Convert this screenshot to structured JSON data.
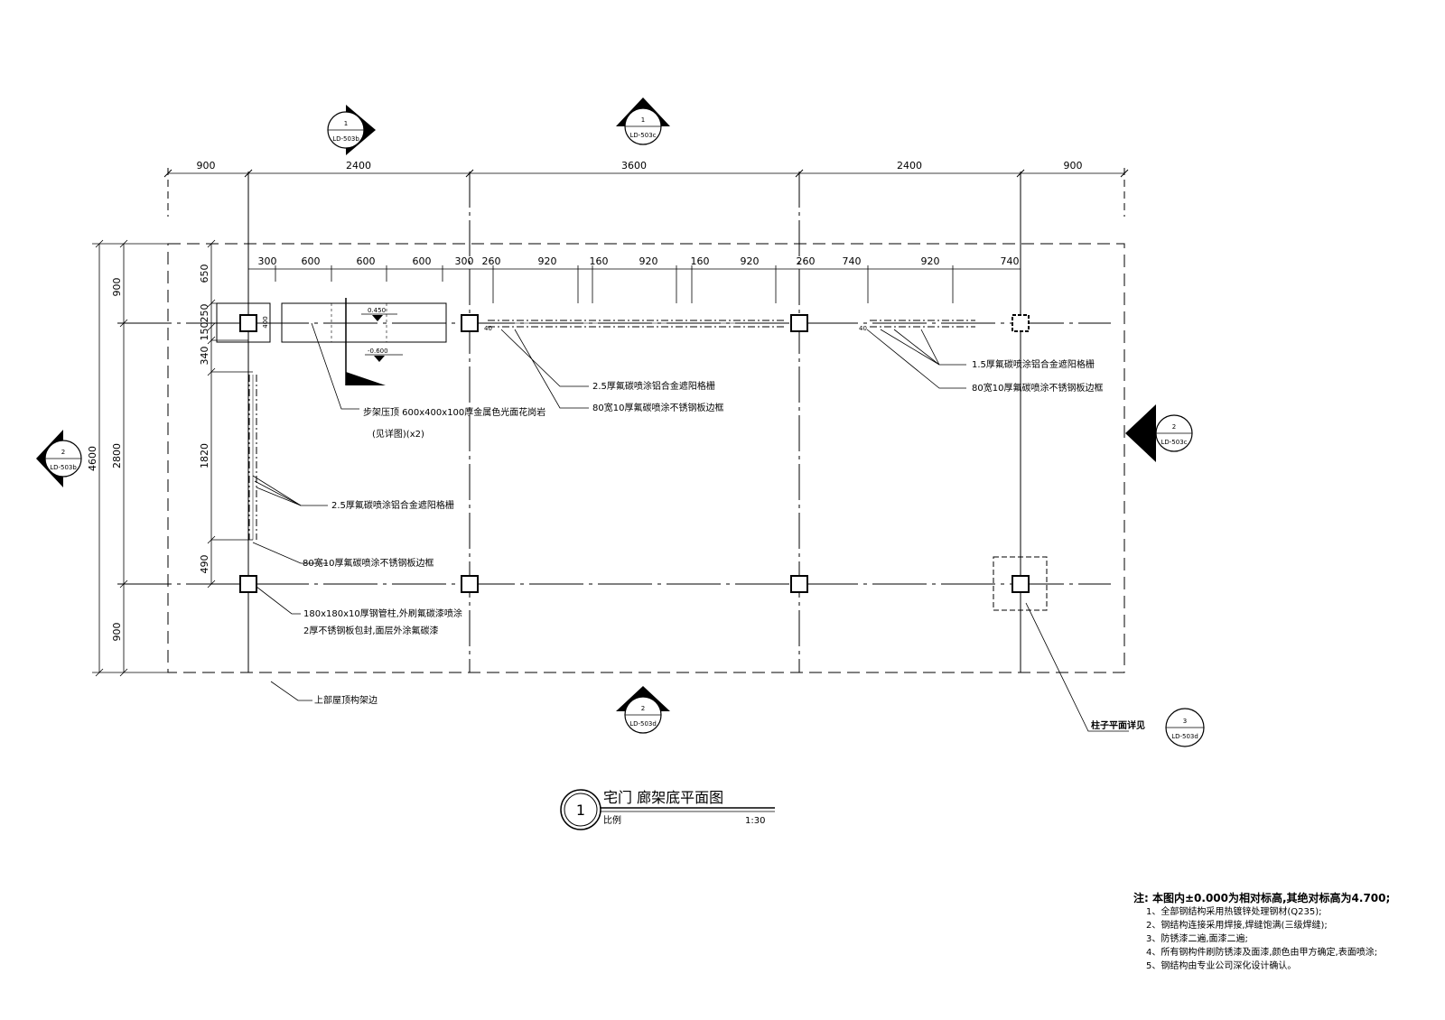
{
  "top_dims": [
    "900",
    "2400",
    "3600",
    "2400",
    "900"
  ],
  "sub_dims": [
    "300",
    "600",
    "600",
    "600",
    "300",
    "260",
    "920",
    "160",
    "920",
    "160",
    "920",
    "260",
    "740",
    "920",
    "740"
  ],
  "left_outer_dim": "4600",
  "left_mid_dims": [
    "900",
    "2800",
    "900"
  ],
  "left_inner_dims": [
    "650",
    "250",
    "150",
    "340",
    "1820",
    "490"
  ],
  "section_markers": {
    "top_left": {
      "num": "1",
      "ref": "LD-503b"
    },
    "top_mid": {
      "num": "1",
      "ref": "LD-503c"
    },
    "left": {
      "num": "2",
      "ref": "LD-503b"
    },
    "right": {
      "num": "2",
      "ref": "LD-503c"
    },
    "bottom": {
      "num": "2",
      "ref": "LD-503d"
    },
    "detail": {
      "num": "3",
      "ref": "LD-503d"
    }
  },
  "levels": {
    "upper": "0.450",
    "lower": "-0.600"
  },
  "small_dims": {
    "wall_400": "400",
    "leader_40a": "40",
    "leader_40b": "40"
  },
  "annotations": {
    "plinth_a": "步架压顶 600x400x100厚金属色光面花岗岩",
    "plinth_b": "(见详图)(x2)",
    "louver_a_1": "2.5厚氟碳喷涂铝合金遮阳格栅",
    "louver_a_2": "80宽10厚氟碳喷涂不锈钢板边框",
    "louver_b_1": "1.5厚氟碳喷涂铝合金遮阳格栅",
    "louver_b_2": "80宽10厚氟碳喷涂不锈钢板边框",
    "louver_c_1": "2.5厚氟碳喷涂铝合金遮阳格栅",
    "louver_c_2": "80宽10厚氟碳喷涂不锈钢板边框",
    "column_1": "180x180x10厚钢管柱,外刷氟碳漆喷涂",
    "column_2": "2厚不锈钢板包封,面层外涂氟碳漆",
    "roof_edge": "上部屋顶构架边",
    "column_detail": "柱子平面详见"
  },
  "title": {
    "num": "1",
    "main": "宅门 廊架底平面图",
    "sub": "1:30",
    "sub_left": "比例"
  },
  "general_notes": {
    "head": "注: 本图内±0.000为相对标高,其绝对标高为4.700;",
    "items": [
      "1、全部钢结构采用热镀锌处理钢材(Q235);",
      "2、钢结构连接采用焊接,焊缝饱满(三级焊缝);",
      "3、防锈漆二遍,面漆二遍;",
      "4、所有钢构件刷防锈漆及面漆,颜色由甲方确定,表面喷涂;",
      "5、钢结构由专业公司深化设计确认。"
    ]
  }
}
